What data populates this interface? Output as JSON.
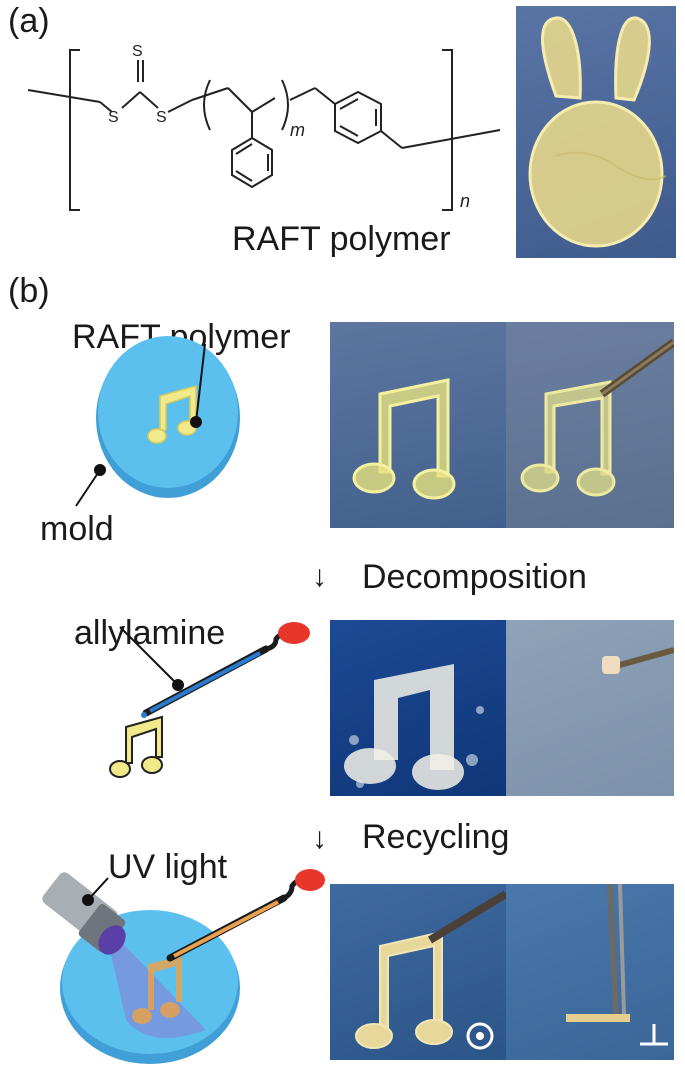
{
  "panel_a": {
    "label": "(a)",
    "structure": {
      "thio_s_top": "S",
      "s_left": "S",
      "s_right": "S",
      "m_sub": "m",
      "n_sub": "n"
    },
    "caption": "RAFT polymer"
  },
  "panel_b": {
    "label": "(b)",
    "row1": {
      "callout_polymer": "RAFT polymer",
      "callout_mold": "mold"
    },
    "step1": {
      "arrow": "↓",
      "label": "Decomposition"
    },
    "row2": {
      "callout_reagent": "allylamine"
    },
    "step2": {
      "arrow": "↓",
      "label": "Recycling"
    },
    "row3": {
      "callout_light": "UV light",
      "icon_front": "front-view-symbol",
      "icon_side": "side-view-symbol"
    }
  },
  "colors": {
    "mold_blue": "#5bc0ee",
    "polymer_yellow": "#f2e98a",
    "dropper_red": "#e8362a",
    "amine_blue": "#2b7bd0",
    "photo_bg": "#4f6a94"
  }
}
